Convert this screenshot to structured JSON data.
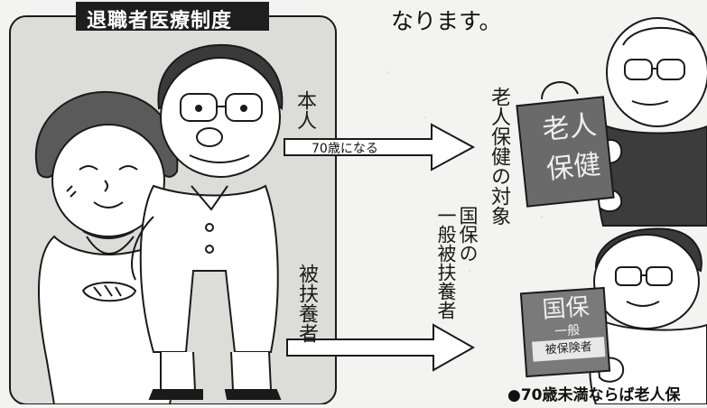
{
  "panel": {
    "title": "退職者医療制度"
  },
  "header_text": "なります。",
  "labels": {
    "honnin": "本人",
    "arrow_upper": "70歳になる",
    "hifuyousha": "被扶養者",
    "rojin_target": "老人保健の対象",
    "kokuho_col1": "国保の",
    "kokuho_col2": "一般被扶養者"
  },
  "signs": {
    "upper": [
      "老人",
      "保健"
    ],
    "lower": [
      "国保",
      "一般",
      "被保険者"
    ]
  },
  "footnote": "●70歳未満ならば老人保"
}
